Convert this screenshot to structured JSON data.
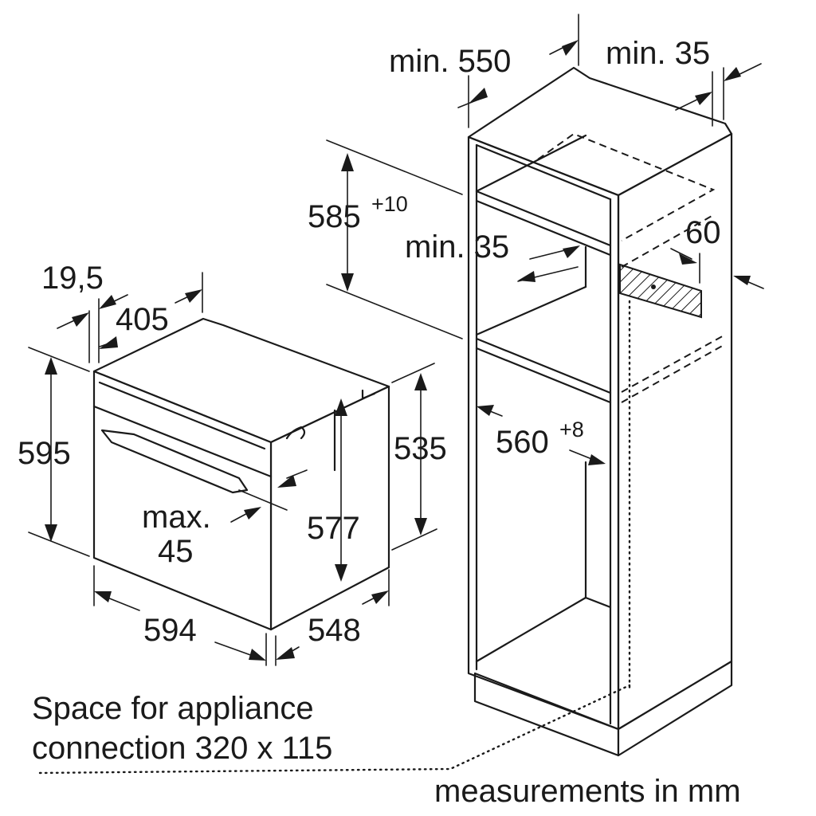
{
  "dimensions": {
    "cabinet_depth": "min. 550",
    "top_gap": "min. 35",
    "niche_height": "585",
    "niche_height_tol": "+10",
    "shelf_gap": "min. 35",
    "vent_depth": "60",
    "niche_width": "560",
    "niche_width_tol": "+8",
    "panel_thickness": "19,5",
    "oven_depth_inner": "405",
    "oven_height": "595",
    "oven_side_height": "535",
    "oven_body_height": "577",
    "door_gap_1": "max.",
    "door_gap_2": "45",
    "oven_width": "594",
    "oven_body_depth": "548"
  },
  "notes": {
    "connection_line1": "Space for appliance",
    "connection_line2": "connection 320 x 115",
    "units": "measurements in mm"
  }
}
